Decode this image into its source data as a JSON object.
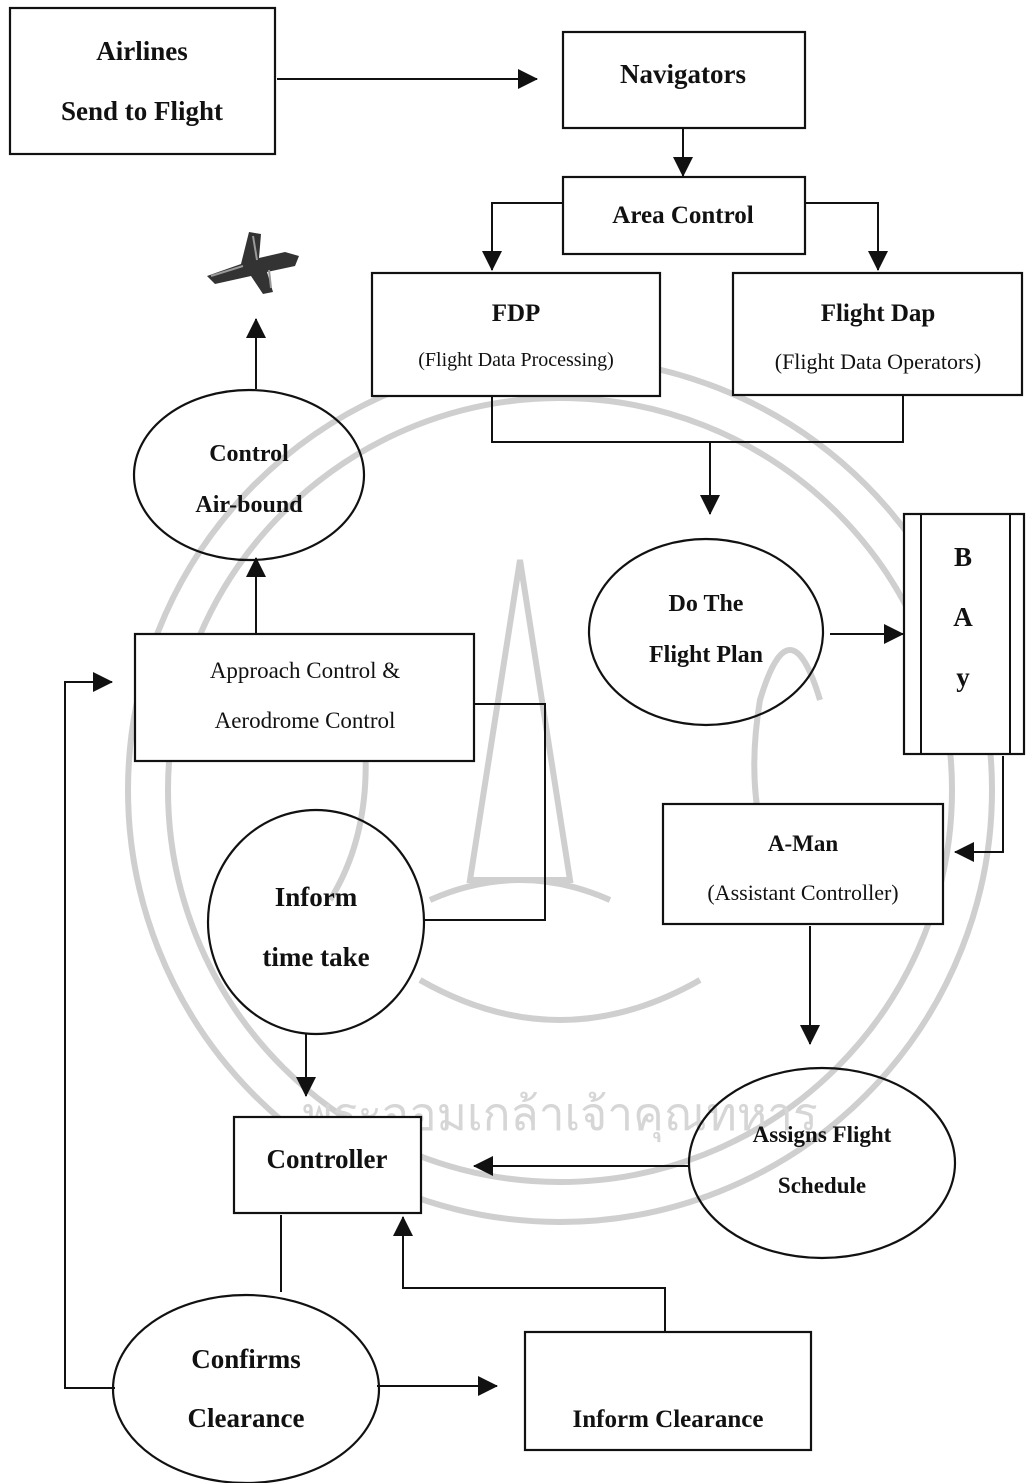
{
  "nodes": {
    "airlines": {
      "line1": "Airlines",
      "line2": "Send to Flight"
    },
    "navigators": {
      "line1": "Navigators"
    },
    "area_control": {
      "line1": "Area Control"
    },
    "fdp": {
      "line1": "FDP",
      "line2": "(Flight Data Processing)"
    },
    "flight_dap": {
      "line1": "Flight Dap",
      "line2": "(Flight Data Operators)"
    },
    "control_air_bound": {
      "line1": "Control",
      "line2": "Air-bound"
    },
    "do_flight_plan": {
      "line1": "Do The",
      "line2": "Flight  Plan"
    },
    "bay": {
      "line1": "B",
      "line2": "A",
      "line3": "y"
    },
    "approach_control": {
      "line1": "Approach Control &",
      "line2": "Aerodrome Control"
    },
    "a_man": {
      "line1": "A-Man",
      "line2": "(Assistant Controller)"
    },
    "inform_time_take": {
      "line1": "Inform",
      "line2": "time take"
    },
    "controller": {
      "line1": "Controller"
    },
    "assigns_flight_schedule": {
      "line1": "Assigns Flight",
      "line2": "Schedule"
    },
    "confirms_clearance": {
      "line1": "Confirms",
      "line2": "Clearance"
    },
    "inform_clearance": {
      "line1": "Inform Clearance"
    }
  },
  "watermark": {
    "text": "พระจอมเกล้าเจ้าคุณทหาร"
  },
  "colors": {
    "ink": "#111111",
    "watermark": "#cfcfcf",
    "background": "#ffffff"
  }
}
